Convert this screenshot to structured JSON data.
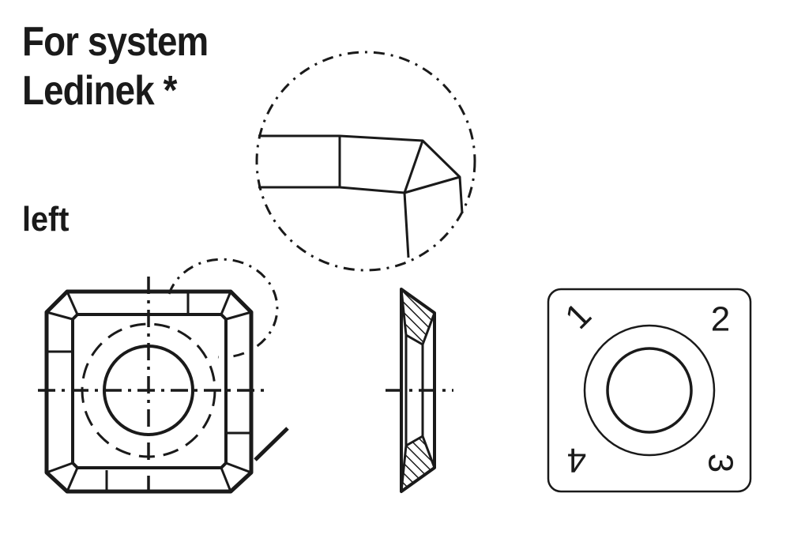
{
  "heading": {
    "line1": "For system",
    "line2": "Ledinek *"
  },
  "orientation_label": "left",
  "insert_corner_numbers": [
    "1",
    "2",
    "3",
    "4"
  ],
  "colors": {
    "ink": "#1a1a1a",
    "background": "#ffffff"
  }
}
